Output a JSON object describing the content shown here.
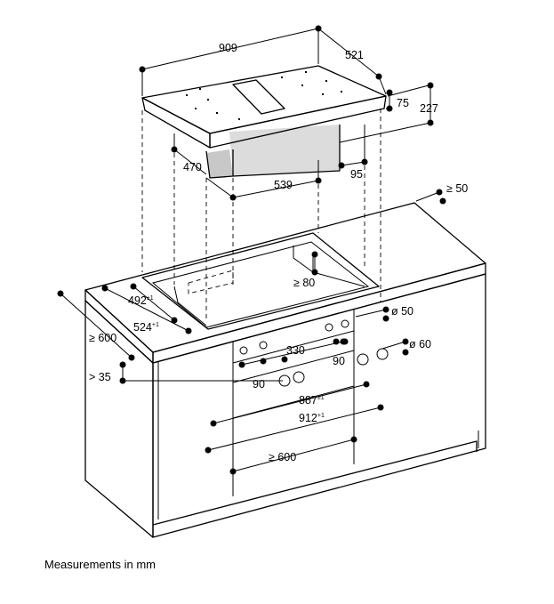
{
  "dimensions": {
    "hob_width": "909",
    "hob_depth": "521",
    "hob_height": "75",
    "total_height": "227",
    "box_depth": "470",
    "box_width": "539",
    "box_offset": "95",
    "rear_clearance": "≥ 50",
    "cutout_depth": "492",
    "cutout_depth_tol": "±1",
    "cutout_depth_outer": "524",
    "cutout_depth_outer_tol": "+1",
    "worktop_depth": "≥ 600",
    "front_gap": "> 35",
    "side_clearance": "≥ 80",
    "vent_dia_small": "ø 50",
    "vent_dia_large": "ø 60",
    "spacing_330": "330",
    "spacing_90_left": "90",
    "spacing_90_right": "90",
    "cutout_width": "887",
    "cutout_width_tol": "±1",
    "cutout_width_outer": "912",
    "cutout_width_outer_tol": "+1",
    "cabinet_width": "≥ 600"
  },
  "note": "Measurements in mm"
}
